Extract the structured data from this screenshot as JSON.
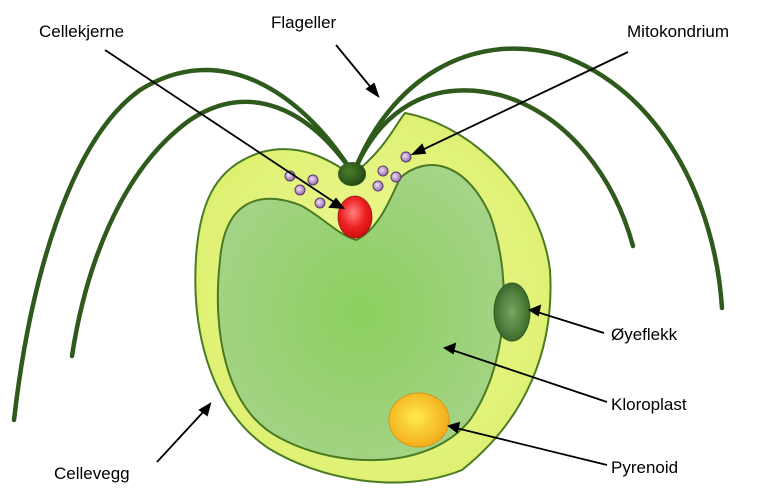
{
  "labels": {
    "nucleus": "Cellekjerne",
    "flagella": "Flageller",
    "mitochondrion": "Mitokondrium",
    "eyespot": "Øyeflekk",
    "chloroplast": "Kloroplast",
    "pyrenoid": "Pyrenoid",
    "cell_wall": "Cellevegg"
  },
  "colors": {
    "flagella": "#2e5a1c",
    "cell_outer": "#e9f58a",
    "cell_outline": "#4a7a22",
    "chloroplast": "#8cc96a",
    "nucleus": "#ee2a2a",
    "mitochondria": "#b88fc8",
    "eyespot": "#4e8a3a",
    "pyrenoid": "#f7bf22"
  }
}
